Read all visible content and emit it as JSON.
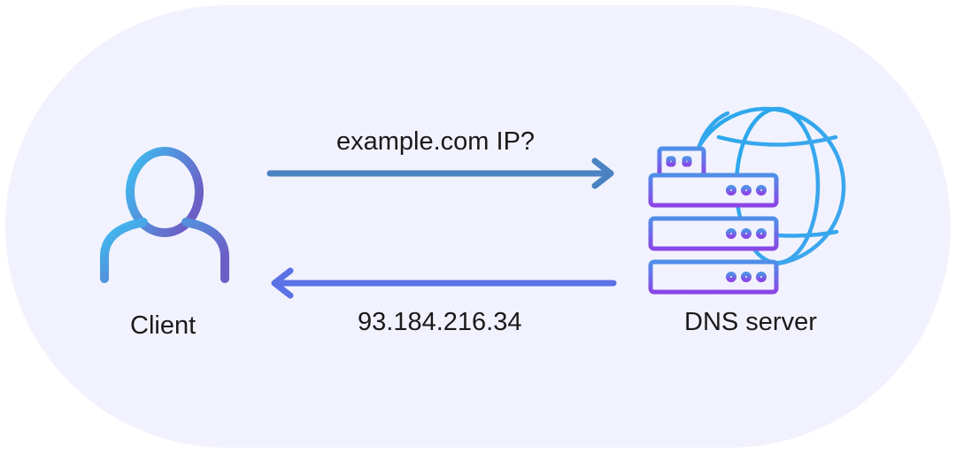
{
  "client": {
    "label": "Client",
    "icon": "user-icon"
  },
  "server": {
    "label": "DNS server",
    "icon": "dns-server-globe-icon"
  },
  "request": {
    "label": "example.com IP?",
    "direction": "client-to-server"
  },
  "response": {
    "label": "93.184.216.34",
    "direction": "server-to-client"
  },
  "colors": {
    "background_pill": "#f1f2fd",
    "request_arrow": "#4a82c2",
    "response_arrow": "#5b71e6",
    "icon_gradient_blue": "#32b4f0",
    "icon_gradient_purple": "#7a4fe0",
    "text": "#1a1a1a"
  }
}
